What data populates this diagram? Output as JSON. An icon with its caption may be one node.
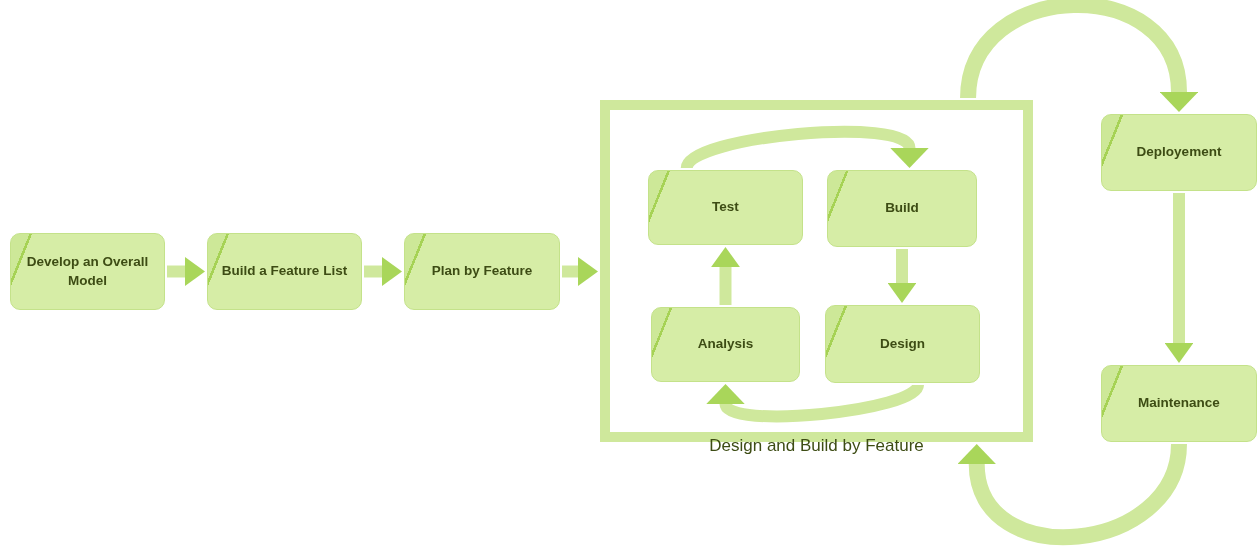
{
  "diagram": {
    "nodes": [
      {
        "text": [
          "Develop an Overall Model"
        ]
      },
      {
        "text": [
          "Build a Feature List"
        ]
      },
      {
        "text": [
          "Plan by Feature"
        ]
      },
      {
        "text": [
          "Design and Build by Feature"
        ]
      },
      {
        "text": [
          "Test"
        ],
        "in": 3
      },
      {
        "text": [
          "Build"
        ],
        "in": 3
      },
      {
        "text": [
          "Analysis"
        ],
        "in": 3
      },
      {
        "text": [
          "Design"
        ],
        "in": 3
      },
      {
        "text": [
          "Deployement"
        ]
      },
      {
        "text": [
          "Maintenance"
        ]
      }
    ],
    "edges": [
      {
        "from": 0,
        "to": 1,
        "arrow": "to"
      },
      {
        "from": 1,
        "to": 2,
        "arrow": "to"
      },
      {
        "from": 2,
        "to": 3,
        "arrow": "to"
      },
      {
        "from": 4,
        "to": 5,
        "arrow": "to"
      },
      {
        "from": 5,
        "to": 7,
        "arrow": "to"
      },
      {
        "from": 7,
        "to": 6,
        "arrow": "to"
      },
      {
        "from": 6,
        "to": 4,
        "arrow": "to"
      },
      {
        "from": 3,
        "to": 8,
        "arrow": "to"
      },
      {
        "from": 8,
        "to": 9,
        "arrow": "to"
      },
      {
        "from": 9,
        "to": 3,
        "arrow": "to"
      }
    ]
  }
}
